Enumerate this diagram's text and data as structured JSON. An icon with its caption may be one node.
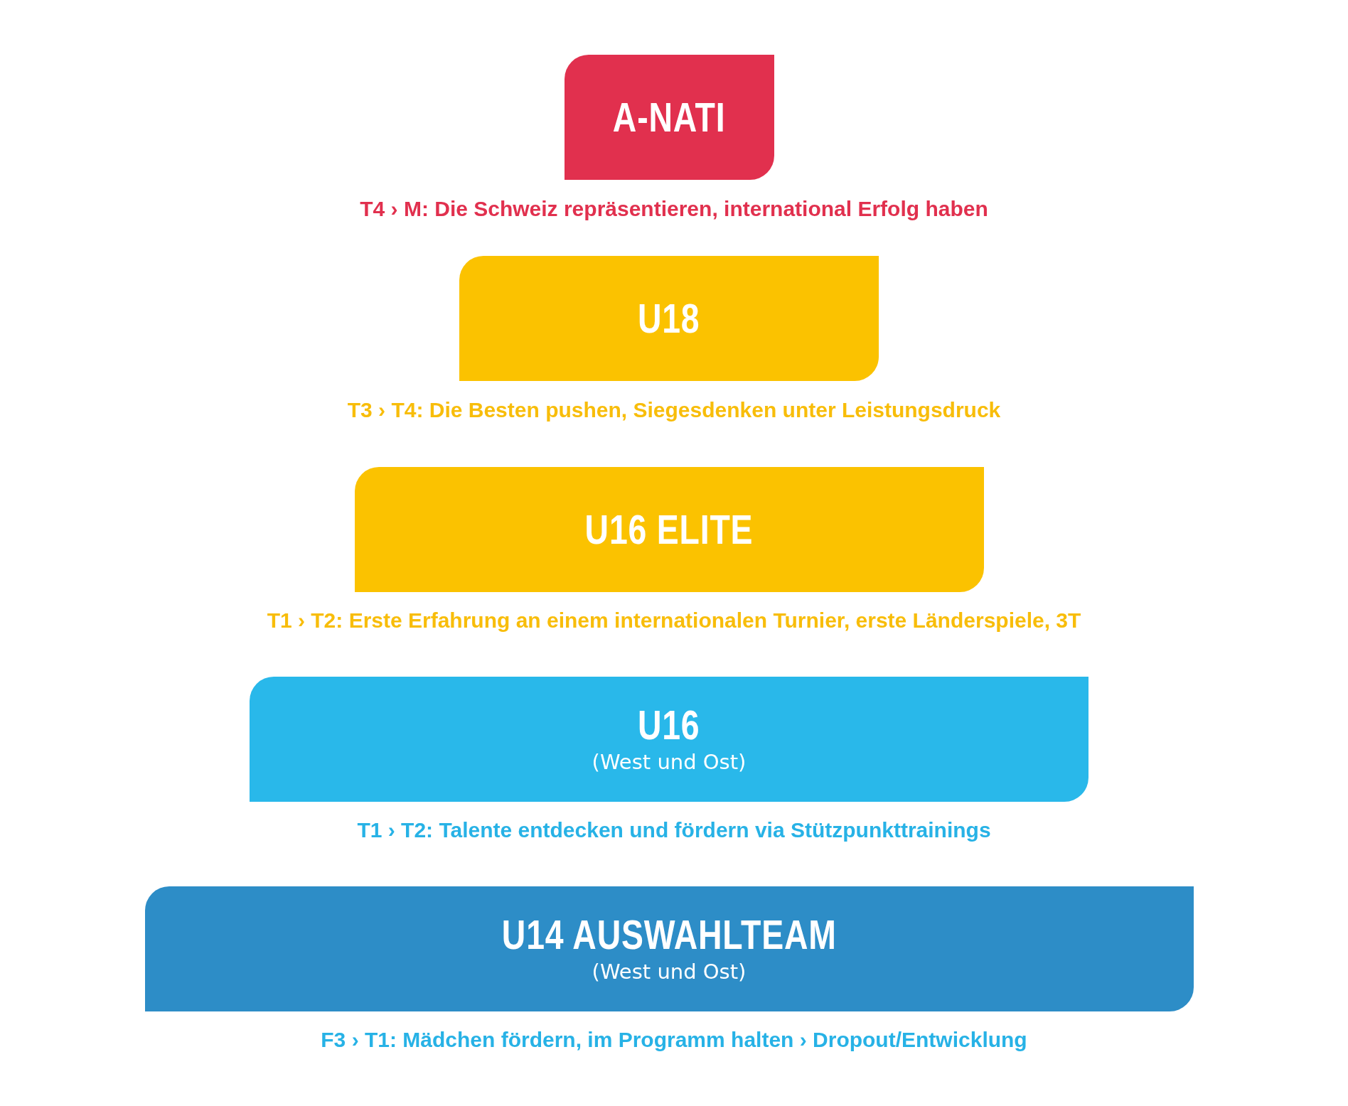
{
  "diagram": {
    "nodes": [
      {
        "text": [
          "A-NATI"
        ],
        "beside": [
          "T4 › M: Die Schweiz repräsentieren, international Erfolg haben"
        ]
      },
      {
        "text": [
          "U18"
        ],
        "beside": [
          "T3 › T4: Die Besten pushen, Siegesdenken unter Leistungsdruck"
        ]
      },
      {
        "text": [
          "U16 ELITE"
        ],
        "beside": [
          "T1 › T2: Erste Erfahrung an einem internationalen Turnier, erste Länderspiele, 3T"
        ]
      },
      {
        "text": [
          "U16",
          "(West und Ost)"
        ],
        "beside": [
          "T1 › T2: Talente entdecken und fördern via Stützpunkttrainings"
        ]
      },
      {
        "text": [
          "U14 AUSWAHLTEAM",
          "(West und Ost)"
        ],
        "beside": [
          "F3 › T1: Mädchen fördern, im Programm halten › Dropout/Entwicklung"
        ]
      }
    ]
  }
}
